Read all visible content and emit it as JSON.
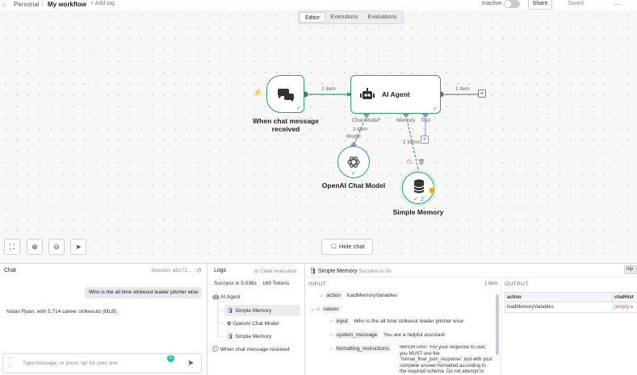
{
  "header": {
    "breadcrumb_root": "Personal",
    "breadcrumb_sep": "/",
    "workflow_name": "My workflow",
    "add_tag": "+ Add tag",
    "active_toggle_label": "Inactive",
    "share_label": "Share",
    "save_status": "Saved",
    "menu_glyph": "···"
  },
  "tabs": [
    {
      "label": "Editor",
      "active": true
    },
    {
      "label": "Executions",
      "active": false
    },
    {
      "label": "Evaluations",
      "active": false
    }
  ],
  "canvas": {
    "trigger_node": {
      "label_line1": "When chat message",
      "label_line2": "received",
      "icon": "chat-bubbles-icon"
    },
    "agent_node": {
      "label": "AI Agent",
      "icon": "robot-icon"
    },
    "openai_node": {
      "label": "OpenAI Chat Model",
      "icon": "openai-icon"
    },
    "memory_node": {
      "label": "Simple Memory",
      "icon": "database-icon",
      "run_count": "2"
    },
    "edge_labels": {
      "trigger_to_agent": "1 item",
      "agent_out": "1 item",
      "model_edge": "1 item",
      "memory_edge": "2 items"
    },
    "agent_ports": {
      "chat_model": "Chat Model*",
      "memory": "Memory",
      "tool": "Tool"
    },
    "openai_port_label": "Model",
    "hide_chat_label": "Hide chat",
    "accent_green": "#2fa56b",
    "trigger_icon_color": "#ff6d5a"
  },
  "chat": {
    "title": "Chat",
    "session": "Session: a9173...",
    "user_message": "Who is the all time strikeout leader pitcher wise",
    "bot_message": "Nolan Ryan, with 5,714 career strikeouts (MLB).",
    "input_placeholder": "Type message, or press 'up' for prev one",
    "grammarly_glyph": "G"
  },
  "logs": {
    "title": "Logs",
    "clear_label": "Clear execution",
    "summary": "Success in 5.036s",
    "tokens": "169 Tokens",
    "items": [
      {
        "label": "AI Agent",
        "level": 0,
        "icon": "robot-icon"
      },
      {
        "label": "Simple Memory",
        "level": 1,
        "icon": "database-icon",
        "selected": true
      },
      {
        "label": "OpenAI Chat Model",
        "level": 1,
        "icon": "openai-icon"
      },
      {
        "label": "Simple Memory",
        "level": 1,
        "icon": "database-icon"
      },
      {
        "label": "When chat message received",
        "level": 0,
        "icon": "chat-bubbles-icon"
      }
    ]
  },
  "detail": {
    "node_name": "Simple Memory",
    "status": "Success in 0s",
    "input_title": "INPUT",
    "input_count": "1 item",
    "output_title": "OUTPUT",
    "input_btn": "Inp",
    "rows": [
      {
        "key": "action",
        "value": "loadMemoryVariables"
      },
      {
        "key": "values",
        "value": ""
      },
      {
        "key": "input",
        "value": "Who is the all time strikeout leader pitcher wise"
      },
      {
        "key": "system_message",
        "value": "You are a helpful assistant"
      },
      {
        "key": "formatting_instructions",
        "value": "IMPORTANT: For your response to user, you MUST use the `format_final_json_response` tool with your complete answer formatted according to the required schema. Do not attempt to format the JSON"
      }
    ],
    "output_headers": [
      "action",
      "chatHist"
    ],
    "output_values": [
      "loadMemoryVariables",
      "[empty a"
    ]
  }
}
